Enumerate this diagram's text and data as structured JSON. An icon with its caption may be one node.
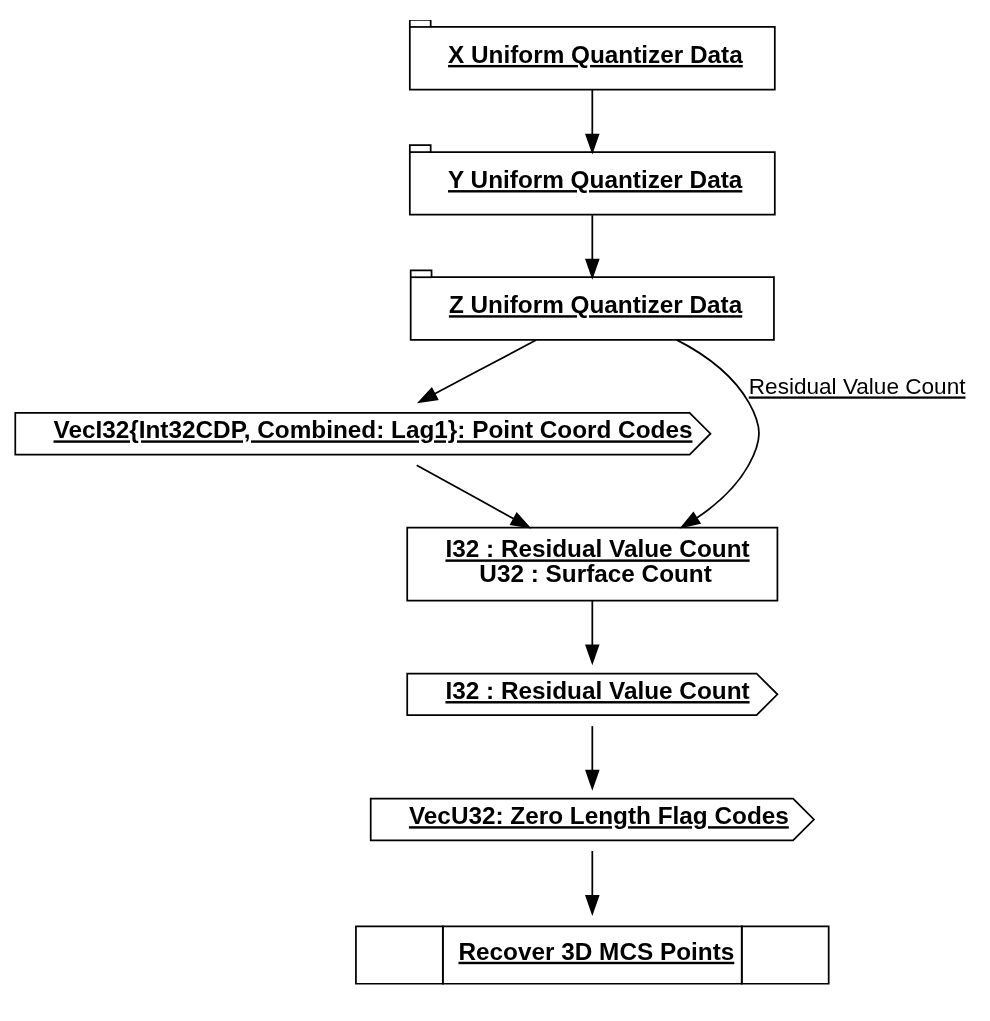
{
  "diagram": {
    "nodes": [
      {
        "text": [
          "X Uniform Quantizer Data"
        ]
      },
      {
        "text": [
          "Y Uniform Quantizer Data"
        ]
      },
      {
        "text": [
          "Z Uniform Quantizer Data"
        ]
      },
      {
        "text": [
          "VecI32{Int32CDP, Combined: Lag1}: Point Coord Codes"
        ]
      },
      {
        "text": [
          "I32 : Residual Value Count",
          "U32 : Surface Count"
        ]
      },
      {
        "text": [
          "I32 : Residual Value Count"
        ]
      },
      {
        "text": [
          "VecU32: Zero Length Flag Codes"
        ]
      },
      {
        "text": [
          "Recover 3D MCS Points"
        ]
      }
    ],
    "edges": [
      {
        "from": 0,
        "to": 1,
        "arrow": "to"
      },
      {
        "from": 1,
        "to": 2,
        "arrow": "to"
      },
      {
        "from": 2,
        "to": 3,
        "arrow": "to"
      },
      {
        "from": 3,
        "to": 4,
        "arrow": "to"
      },
      {
        "from": 2,
        "to": 4,
        "arrow": "to",
        "label": "Residual Value Count"
      },
      {
        "from": 4,
        "to": 5,
        "arrow": "to"
      },
      {
        "from": 5,
        "to": 6,
        "arrow": "to"
      },
      {
        "from": 6,
        "to": 7,
        "arrow": "to"
      }
    ]
  }
}
